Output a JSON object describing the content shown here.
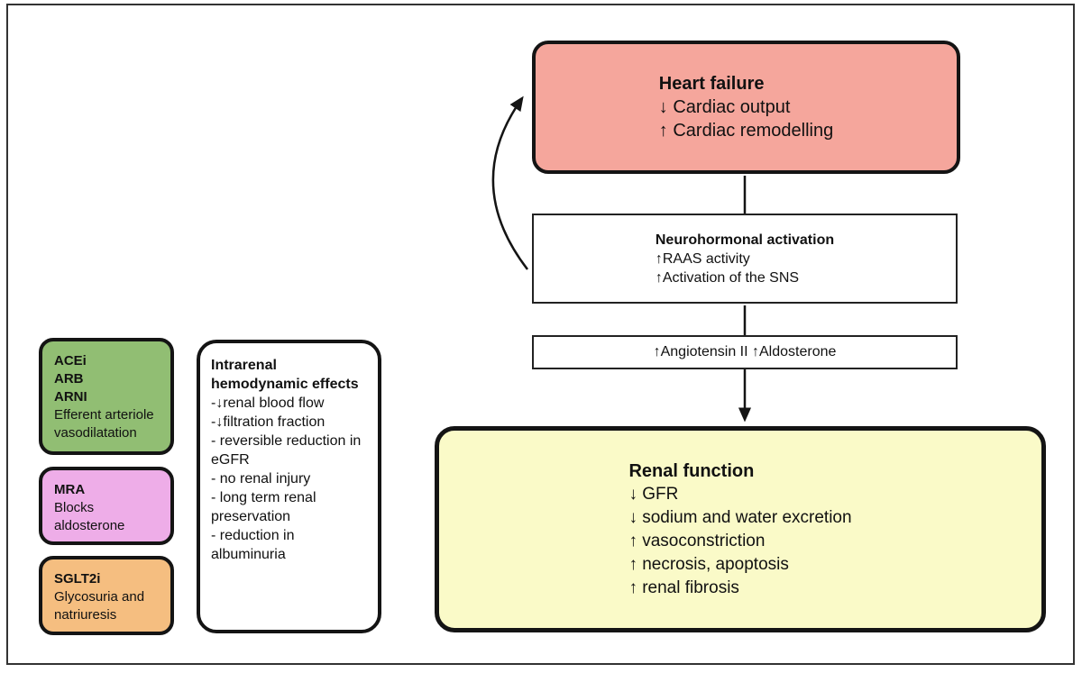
{
  "colors": {
    "heart-failure-fill": "#F5A69C",
    "renal-fill": "#FAFAC8",
    "acei-fill": "#91BE73",
    "mra-fill": "#EEADE8",
    "sglt2i-fill": "#F5BE80",
    "box-border": "#141414",
    "connector": "#141414",
    "background": "#FFFFFF"
  },
  "heart_failure_box": {
    "title": "Heart failure",
    "lines": [
      "↓ Cardiac output",
      "↑ Cardiac remodelling"
    ]
  },
  "neurohormonal_box": {
    "title": "Neurohormonal activation",
    "lines": [
      "↑RAAS activity",
      "↑Activation of the SNS"
    ]
  },
  "angiotensin_box": {
    "text": "↑Angiotensin II ↑Aldosterone"
  },
  "renal_function_box": {
    "title": "Renal function",
    "lines": [
      "↓ GFR",
      "↓ sodium and water excretion",
      "↑ vasoconstriction",
      "↑ necrosis, apoptosis",
      "↑ renal fibrosis"
    ]
  },
  "acei_box": {
    "bold_lines": [
      "ACEi",
      "ARB",
      "ARNI"
    ],
    "text": "Efferent arteriole vasodilatation"
  },
  "mra_box": {
    "bold_line": "MRA",
    "text": "Blocks aldosterone"
  },
  "sglt2i_box": {
    "bold_line": "SGLT2i",
    "text": "Glycosuria and natriuresis"
  },
  "intrarenal_box": {
    "title": "Intrarenal hemodynamic effects",
    "items": [
      "-↓renal blood flow",
      "-↓filtration fraction",
      "- reversible reduction in eGFR",
      "- no renal injury",
      "- long term renal preservation",
      "- reduction in albuminuria"
    ]
  }
}
